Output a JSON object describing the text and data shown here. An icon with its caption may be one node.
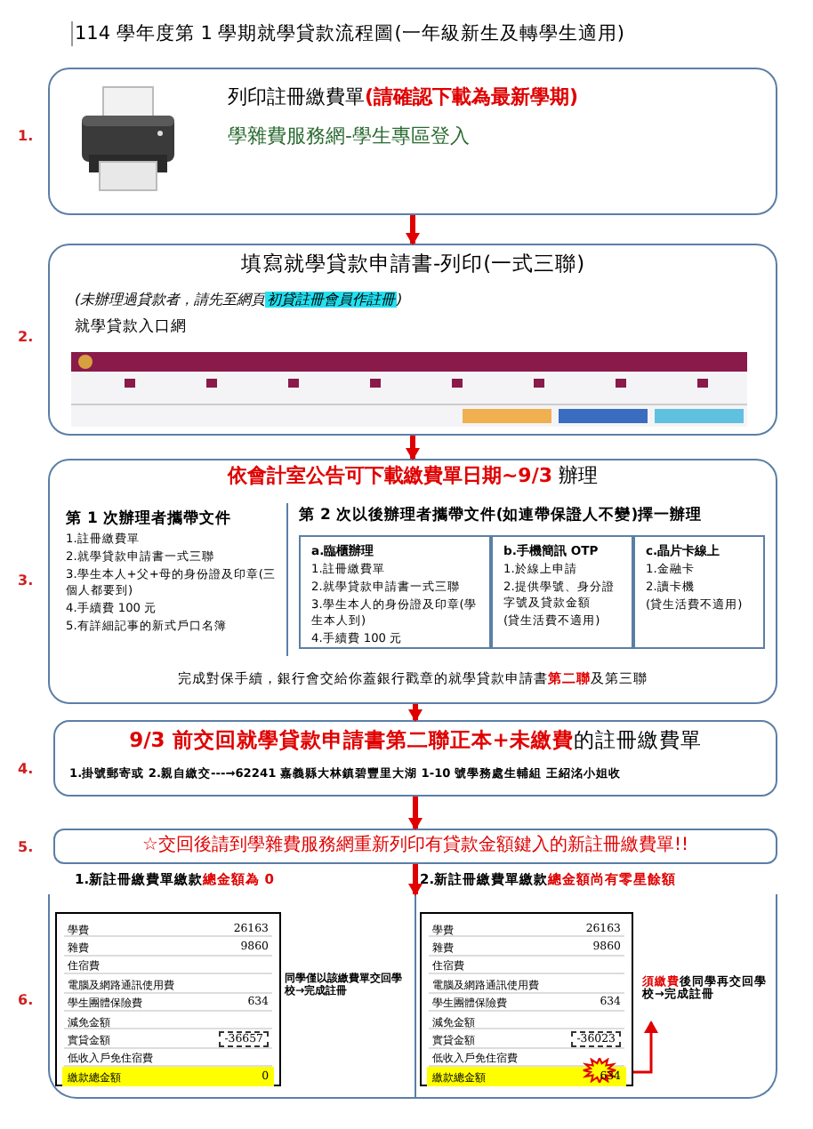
{
  "diagram": {
    "title": "114 學年度第 1 學期就學貸款流程圖(一年級新生及轉學生適用)",
    "nodes": [
      {
        "text": [
          "列印註冊繳費單**(請確認下載為最新學期)**",
          "學雜費服務網-學生專區登入"
        ]
      },
      {
        "text": [
          "填寫就學貸款申請書-列印(一式三聯)",
          "(未辦理過貸款者，請先至網頁**初貸註冊會員作註冊**)",
          "就學貸款入口網"
        ]
      },
      {
        "text": [
          "**依會計室公告可下載繳費單日期~9/3** 辦理",
          "完成對保手續，銀行會交給你蓋銀行戳章的就學貸款申請書**第二聯**及第三聯"
        ]
      },
      {
        "text": [
          "第 1 次辦理者攜帶文件",
          "1.註冊繳費單",
          "2.就學貸款申請書一式三聯",
          "3.學生本人+父+母的身份證及印章(三個人都要到)",
          "4.手續費 100 元",
          "5.有詳細記事的新式戶口名簿"
        ],
        "in": 2
      },
      {
        "text": [
          "第 2 次以後辦理者攜帶文件(如連帶保證人不變)擇一辦理"
        ],
        "in": 2
      },
      {
        "text": [
          "a.臨櫃辦理",
          "1.註冊繳費單",
          "2.就學貸款申請書一式三聯",
          "3.學生本人的身份證及印章(學生本人到)",
          "4.手續費 100 元"
        ],
        "in": 4
      },
      {
        "text": [
          "b.手機簡訊 OTP",
          "1.於線上申請",
          "2.提供學號、身分證字號及貸款金額",
          "(貸生活費不適用)"
        ],
        "in": 4
      },
      {
        "text": [
          "c.晶片卡線上",
          "1.金融卡",
          "2.讀卡機",
          "(貸生活費不適用)"
        ],
        "in": 4
      },
      {
        "text": [
          "**9/3 前交回就學貸款申請書第二聯正本+未繳費**的註冊繳費單",
          "1.掛號郵寄或 2.親自繳交---→62241 嘉義縣大林鎮碧豐里大湖 1-10 號學務處生輔組 王紹洺小姐收"
        ]
      },
      {
        "text": [
          "☆交回後請到學雜費服務網重新列印有貸款金額鍵入的新註冊繳費單!!"
        ]
      },
      {
        "text": [],
        "shape": "box"
      },
      {
        "text": [
          "學費",
          "26163",
          "雜費",
          "9860",
          "住宿費",
          "電腦及網路通訊使用費",
          "學生團體保險費",
          "634",
          "減免金額",
          "實貸金額",
          "-36657",
          "低收入戶免住宿費",
          "繳款總金額",
          "0"
        ],
        "in": 10
      },
      {
        "text": [
          "同學僅以該繳費單交回學校→完成註冊"
        ],
        "in": 10
      },
      {
        "text": [
          "學費",
          "26163",
          "雜費",
          "9860",
          "住宿費",
          "電腦及網路通訊使用費",
          "學生團體保險費",
          "634",
          "減免金額",
          "實貸金額",
          "-36023",
          "低收入戶免住宿費",
          "繳款總金額",
          "634"
        ],
        "in": 10
      },
      {
        "text": [
          "**須繳費**後同學再交回學校→完成註冊"
        ],
        "in": 10
      }
    ],
    "edges": [
      {
        "from": 0,
        "to": 1,
        "arrow": "to"
      },
      {
        "from": 1,
        "to": 2,
        "arrow": "to"
      },
      {
        "from": 2,
        "to": 8,
        "arrow": "to"
      },
      {
        "from": 8,
        "to": 9,
        "arrow": "to"
      },
      {
        "from": 9,
        "to": 10,
        "arrow": "to"
      },
      {
        "from": 13,
        "to": 14,
        "arrow": "to"
      }
    ],
    "labels": [
      "1.",
      "2.",
      "3.",
      "4.",
      "5.",
      "6.",
      "1.新註冊繳費單繳款**總金額為 0**",
      "2.新註冊繳費單繳款**總金額尚有零星餘額**"
    ]
  }
}
